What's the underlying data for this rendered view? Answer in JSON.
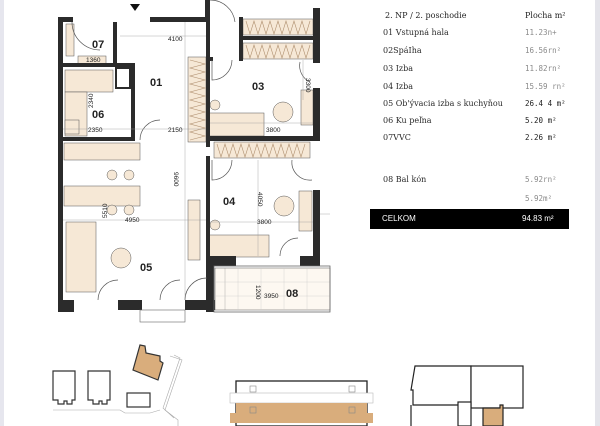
{
  "legend": {
    "header": {
      "name": "2. NP / 2. poschodie",
      "value": "Plocha m²"
    },
    "rooms": [
      {
        "name": "01 Vstupná hala",
        "value": "11.23n+"
      },
      {
        "name": "02SpáIha",
        "value": "16.56rn²"
      },
      {
        "name": "03 Izba",
        "value": "11.82rn²"
      },
      {
        "name": "04 Izba",
        "value": "15.59 rn²"
      },
      {
        "name": "05 Ob'ývacia izba s kuchyňou",
        "value": "26.4 4 m²"
      },
      {
        "name": "06 Ku peľna",
        "value": "5.20 m²"
      },
      {
        "name": "07VVC",
        "value": "2.26 m²"
      }
    ],
    "balcony": {
      "name": "08 Bal kón",
      "value": "5.92rn²",
      "subtotal": "5.92m²"
    },
    "total": {
      "label": "CELKOM",
      "value": "94.83 m²"
    }
  },
  "floor_plan": {
    "rooms": {
      "r01": "01",
      "r03": "03",
      "r04": "04",
      "r05": "05",
      "r06": "06",
      "r07": "07",
      "r08": "08"
    },
    "dimensions": {
      "d4100": "4100",
      "d1360": "1360",
      "d2340": "2340",
      "d2350": "2350",
      "d2150": "2150",
      "d9600": "9600",
      "d3300": "3300",
      "d3800a": "3800",
      "d4050": "4050",
      "d3800b": "3800",
      "d5510": "5510",
      "d4950": "4950",
      "d3950": "3950",
      "d1200": "1200"
    },
    "colors": {
      "wall": "#2b2b2b",
      "furniture": "#f6e8d6",
      "highlight": "#d9ad7c"
    }
  }
}
